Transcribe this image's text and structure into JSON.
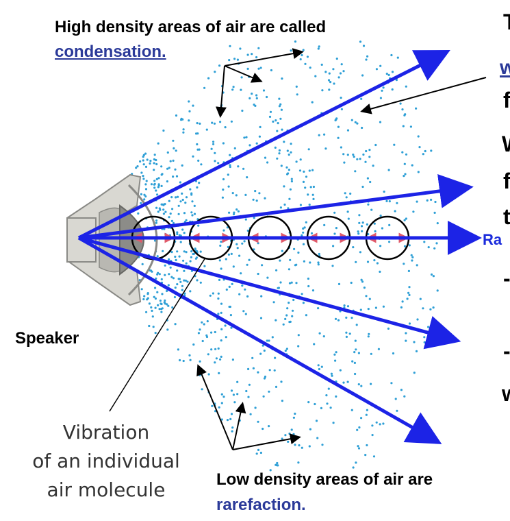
{
  "labels": {
    "condensation_prefix": "High density areas of air are called",
    "condensation_term": "condensation.",
    "rarefaction_prefix": "Low density areas of air are",
    "rarefaction_term": "rarefaction.",
    "speaker": "Speaker",
    "vibration_line1": "Vibration",
    "vibration_line2": "of an individual",
    "vibration_line3": "air molecule",
    "ray_label_partial": "Ra",
    "cut_text": [
      "T",
      "w",
      "f",
      "W",
      "f",
      "t",
      "-",
      "-",
      "w"
    ]
  },
  "colors": {
    "ray": "#1c23e6",
    "dots": "#2e9fd6",
    "molecule_arrows": "#e05a6a",
    "speaker_body": "#d9d8d2",
    "speaker_cone": "#8c8c88",
    "term_color": "#2b3a99"
  },
  "icons": {
    "speaker": "speaker-icon"
  }
}
